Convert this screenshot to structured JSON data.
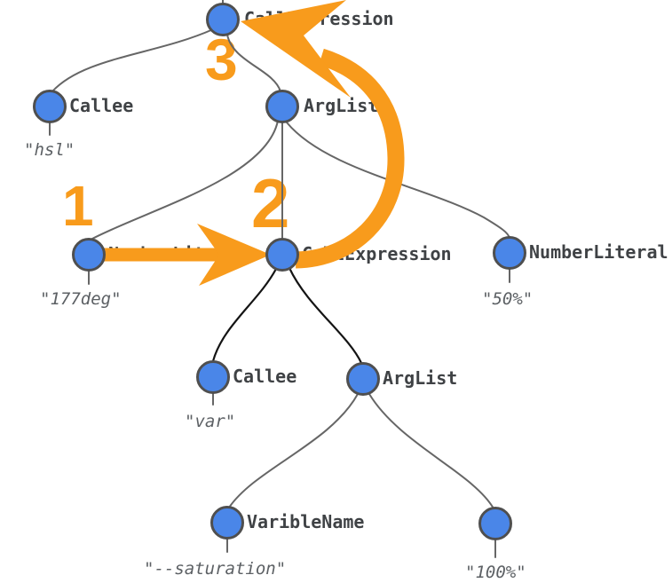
{
  "nodes": [
    {
      "label": "CallExpression",
      "value": ""
    },
    {
      "label": "Callee",
      "value": "\"hsl\""
    },
    {
      "label": "ArgList",
      "value": ""
    },
    {
      "label": "NumberLiteral",
      "value": "\"177deg\""
    },
    {
      "label": "CallExpression",
      "value": ""
    },
    {
      "label": "NumberLiteral",
      "value": "\"50%\""
    },
    {
      "label": "Callee",
      "value": "\"var\""
    },
    {
      "label": "ArgList",
      "value": ""
    },
    {
      "label": "VaribleName",
      "value": "\"--saturation\""
    },
    {
      "label": "",
      "value": "\"100%\""
    }
  ],
  "annotations": {
    "step_1": "1",
    "step_2": "2",
    "step_3": "3"
  },
  "colors": {
    "node_fill": "#4a86e8",
    "node_stroke": "#4f4f4f",
    "edge_gray": "#666666",
    "edge_black": "#141414",
    "label_text": "#3f4245",
    "value_text": "#5c6064",
    "highlight_orange": "#F89B1C"
  }
}
